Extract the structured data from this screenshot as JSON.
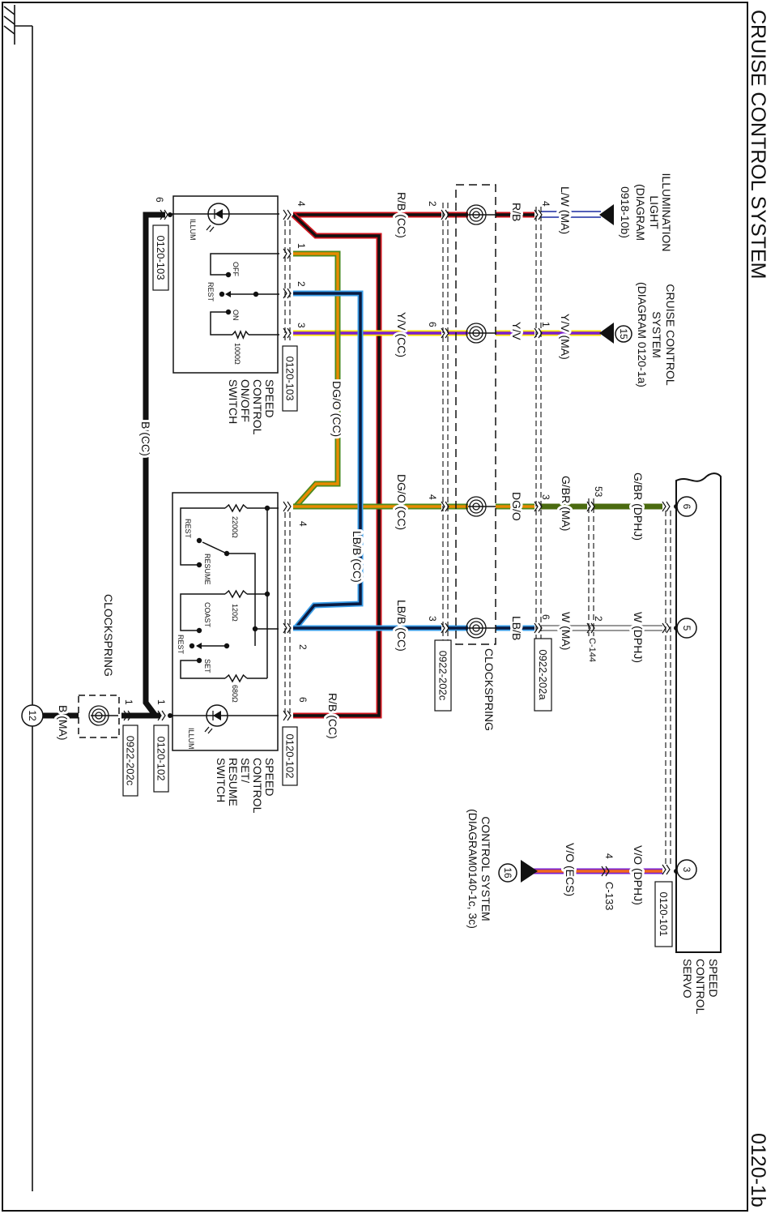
{
  "title": "CRUISE CONTROL SYSTEM",
  "page_number": "0120-1b",
  "colors": {
    "red": "#d0141e",
    "black": "#111111",
    "yellow": "#ffe200",
    "violet": "#7a1fd0",
    "orange": "#e88a00",
    "green": "#4a8a1e",
    "light_blue": "#3a9ee8",
    "dark_blue": "#0a1a40",
    "olive": "#4b6b10",
    "blue": "#1a2aa0",
    "gray": "#777777",
    "vo_orange": "#f26a1a"
  },
  "refs": {
    "illumination_light": {
      "lines": [
        "ILLUMINATION",
        "LIGHT",
        "(DIAGRAM",
        "0918-10b)"
      ]
    },
    "cruise_control": {
      "circle": "15",
      "lines": [
        "CRUISE CONTROL",
        "SYSTEM",
        "(DIAGRAM 0120-1a)"
      ]
    },
    "control_system": {
      "circle": "16",
      "lines": [
        "CONTROL SYSTEM",
        "(DIAGRAM0140-1c, 3c)"
      ]
    },
    "ground": {
      "circle": "12"
    }
  },
  "servo": {
    "lines": [
      "SPEED",
      "CONTROL",
      "SERVO"
    ],
    "pins": [
      "6",
      "5",
      "3"
    ],
    "connector": "0120-101"
  },
  "onoff_switch": {
    "lines": [
      "SPEED",
      "CONTROL",
      "ON/OFF",
      "SWITCH"
    ],
    "connector": "0120-103",
    "pins": {
      "p4": "4",
      "p1": "1",
      "p2": "2",
      "p3": "3",
      "p6": "6"
    },
    "illum": "ILLUM",
    "off": "OFF",
    "rest": "REST",
    "on": "ON",
    "resistor": "1000Ω"
  },
  "setresume_switch": {
    "lines": [
      "SPEED",
      "CONTROL",
      "SET/",
      "RESUME",
      "SWITCH"
    ],
    "connector": "0120-102",
    "pins": {
      "p4": "4",
      "p2": "2",
      "p6": "6",
      "p1": "1"
    },
    "r1": "2200Ω",
    "rest1": "REST",
    "resume": "RESUME",
    "r2": "120Ω",
    "coast": "COAST",
    "rest2": "REST",
    "set": "SET",
    "r3": "680Ω",
    "illum": "ILLUM"
  },
  "clockspring": {
    "label": "CLOCKSPRING",
    "connector_a": "0922-202a",
    "pins_a": [
      "4",
      "1",
      "3",
      "6"
    ],
    "connector_c": "0922-202c",
    "pins_c": [
      "2",
      "6",
      "4",
      "3"
    ]
  },
  "ground_clockspring": {
    "label": "CLOCKSPRING",
    "connector": "0922-202c",
    "pin": "1"
  },
  "inline": {
    "c144": "C-144",
    "c144_pins": [
      "53",
      "2"
    ],
    "c133": "C-133",
    "c133_pin": "4"
  },
  "wires": {
    "lw_ma": "L/W (MA)",
    "yv_ma": "Y/V (MA)",
    "gbr_ma": "G/BR (MA)",
    "w_ma": "W (MA)",
    "gbr_dphj": "G/BR (DPHJ)",
    "w_dphj": "W (DPHJ)",
    "vo_dphj": "V/O (DPHJ)",
    "vo_ecs": "V/O (ECS)",
    "rb": "R/B",
    "yv": "Y/V",
    "dgo": "DG/O",
    "lbb": "LB/B",
    "rb_cc": "R/B (CC)",
    "yv_cc": "Y/V (CC)",
    "dgo_cc": "DG/O (CC)",
    "lbb_cc": "LB/B (CC)",
    "dgo_cc_v": "DG/O (CC)",
    "lbb_cc_v": "LB/B (CC)",
    "rb_cc_2": "R/B (CC)",
    "b_cc": "B (CC)",
    "b_ma": "B (MA)"
  }
}
